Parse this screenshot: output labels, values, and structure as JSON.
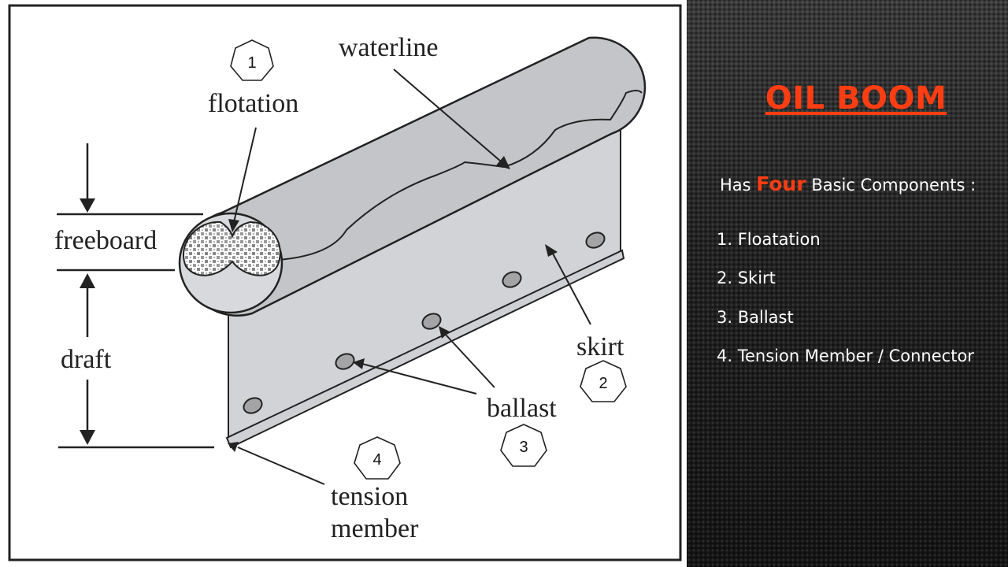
{
  "diagram": {
    "labels": {
      "waterline": "waterline",
      "flotation": "flotation",
      "freeboard": "freeboard",
      "draft": "draft",
      "skirt": "skirt",
      "ballast": "ballast",
      "tension_member_line1": "tension",
      "tension_member_line2": "member"
    },
    "badges": [
      "1",
      "2",
      "3",
      "4"
    ]
  },
  "info": {
    "title": "OIL BOOM",
    "subtitle_pre": "Has ",
    "subtitle_highlight": "Four",
    "subtitle_post": " Basic Components :",
    "components": [
      "1. Floatation",
      "2. Skirt",
      "3. Ballast",
      "4. Tension Member / Connector"
    ]
  },
  "colors": {
    "accent": "#ff3d12",
    "boom_gray": "#c4c5c8",
    "skirt_gray": "#d2d3d6"
  }
}
